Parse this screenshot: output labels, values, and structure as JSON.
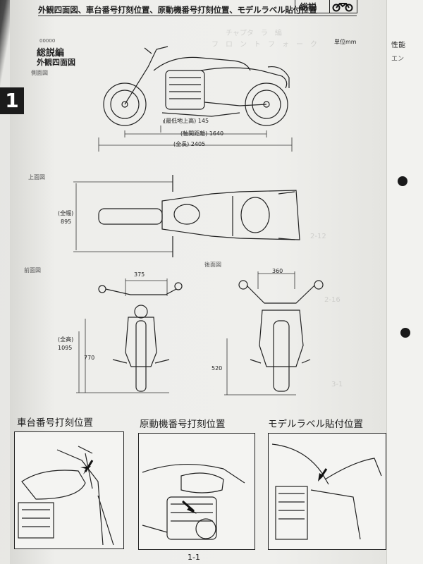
{
  "header": {
    "title": "外観四面図、車台番号打刻位置、原動機番号打刻位置、モデルラベル貼付位置",
    "section_label": "総説",
    "icon": "motorcycle-icon"
  },
  "chapter_number": "1",
  "heading": {
    "small_label": "00000",
    "main": "総説編",
    "sub": "外観四面図"
  },
  "unit_label": "単位mm",
  "side_view": {
    "label": "側面図",
    "dim_ground": "(最低地上高) 145",
    "dim_wheelbase": "(軸間距離) 1640",
    "dim_length": "(全長) 2405"
  },
  "top_view": {
    "label": "上面図",
    "dim_width_label": "(全幅)",
    "dim_width_value": "895"
  },
  "front_view": {
    "label": "前面図",
    "dim_top": "375",
    "dim_height_label": "(全高)",
    "dim_height_value": "1095",
    "dim_seat": "770"
  },
  "rear_view": {
    "label": "後面図",
    "dim_top": "360",
    "dim_side": "520"
  },
  "location_sections": [
    {
      "title": "車台番号打刻位置"
    },
    {
      "title": "原動機番号打刻位置"
    },
    {
      "title": "モデルラベル貼付位置"
    }
  ],
  "page_number": "1-1",
  "next_page": {
    "header": "性能",
    "text": "エン"
  }
}
